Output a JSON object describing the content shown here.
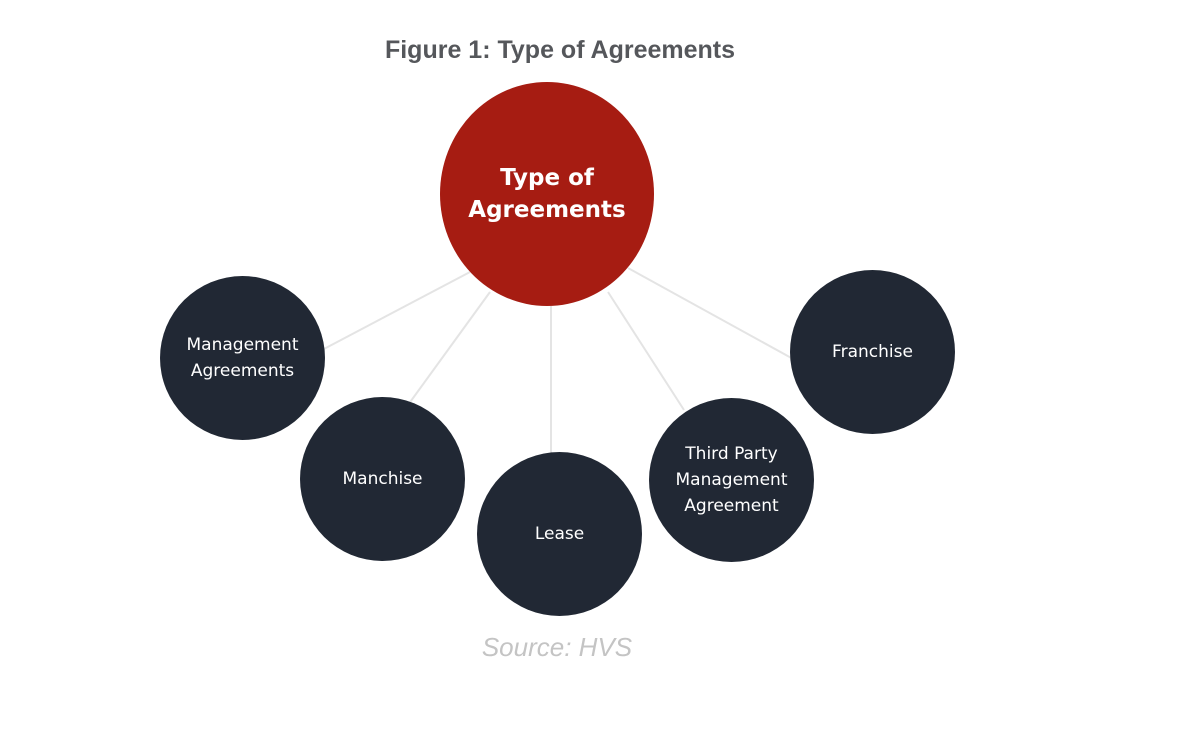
{
  "figure": {
    "title": "Figure 1: Type of Agreements",
    "source": "Source: HVS"
  },
  "diagram": {
    "center": {
      "label": "Type of\nAgreements",
      "color": "#a61c12"
    },
    "nodes": [
      {
        "label": "Management\nAgreements"
      },
      {
        "label": "Manchise"
      },
      {
        "label": "Lease"
      },
      {
        "label": "Third Party\nManagement\nAgreement"
      },
      {
        "label": "Franchise"
      }
    ],
    "node_color": "#212834",
    "connector_color": "#e4e4e4"
  }
}
